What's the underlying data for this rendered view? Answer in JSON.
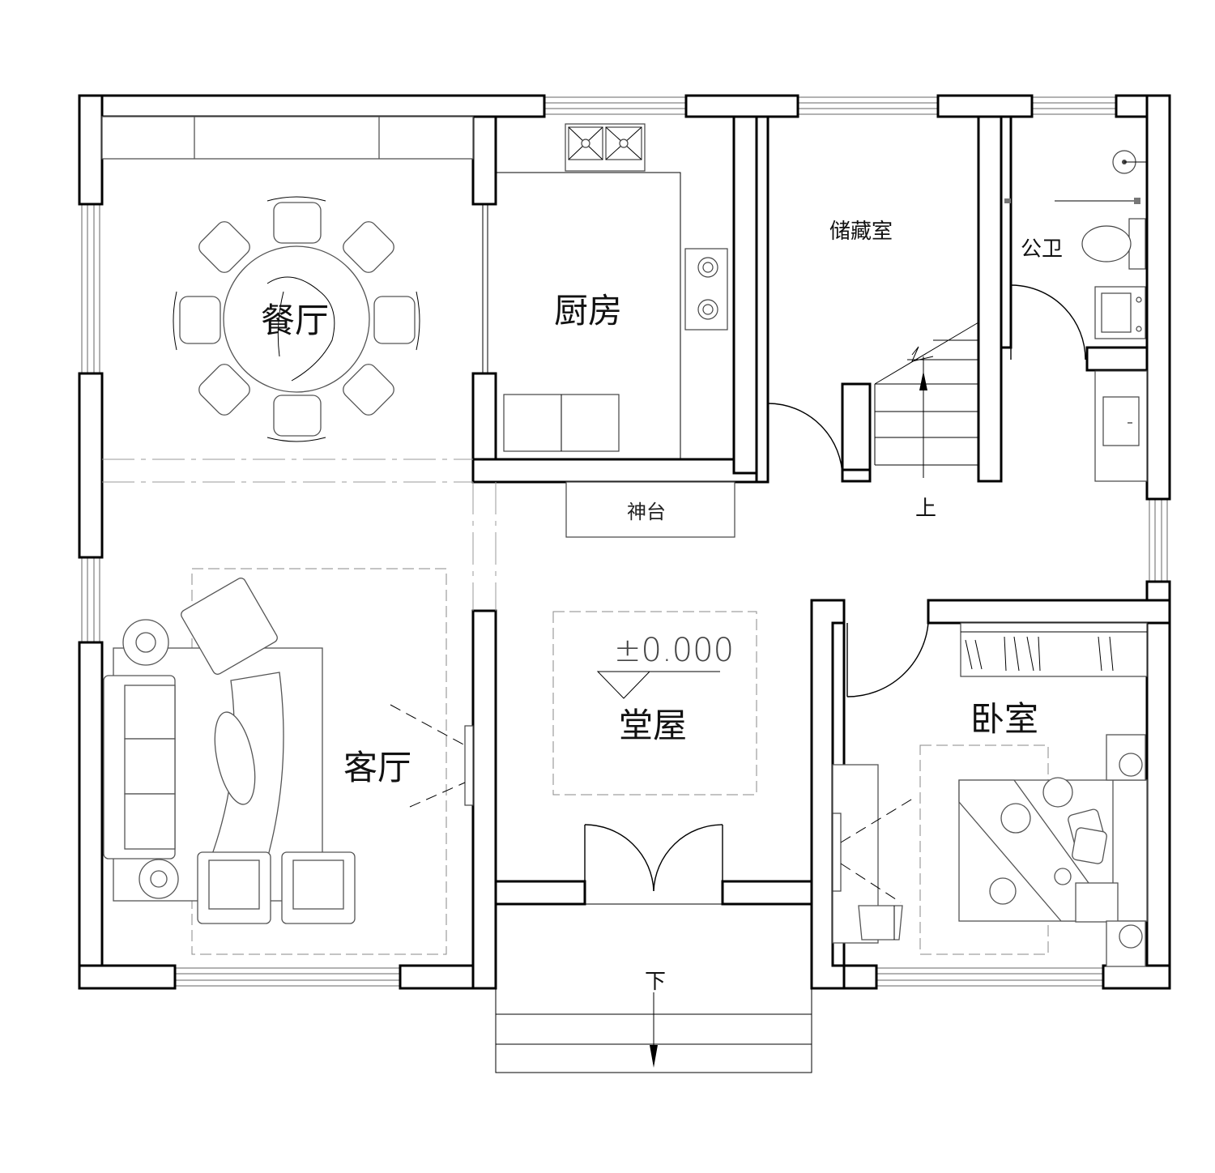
{
  "rooms": {
    "dining": "餐厅",
    "kitchen": "厨房",
    "storage": "储藏室",
    "bathroom": "公卫",
    "altar": "神台",
    "main_hall": "堂屋",
    "living": "客厅",
    "bedroom": "卧室"
  },
  "elevation": "±0.000",
  "stairs": {
    "up": "上",
    "down": "下"
  }
}
